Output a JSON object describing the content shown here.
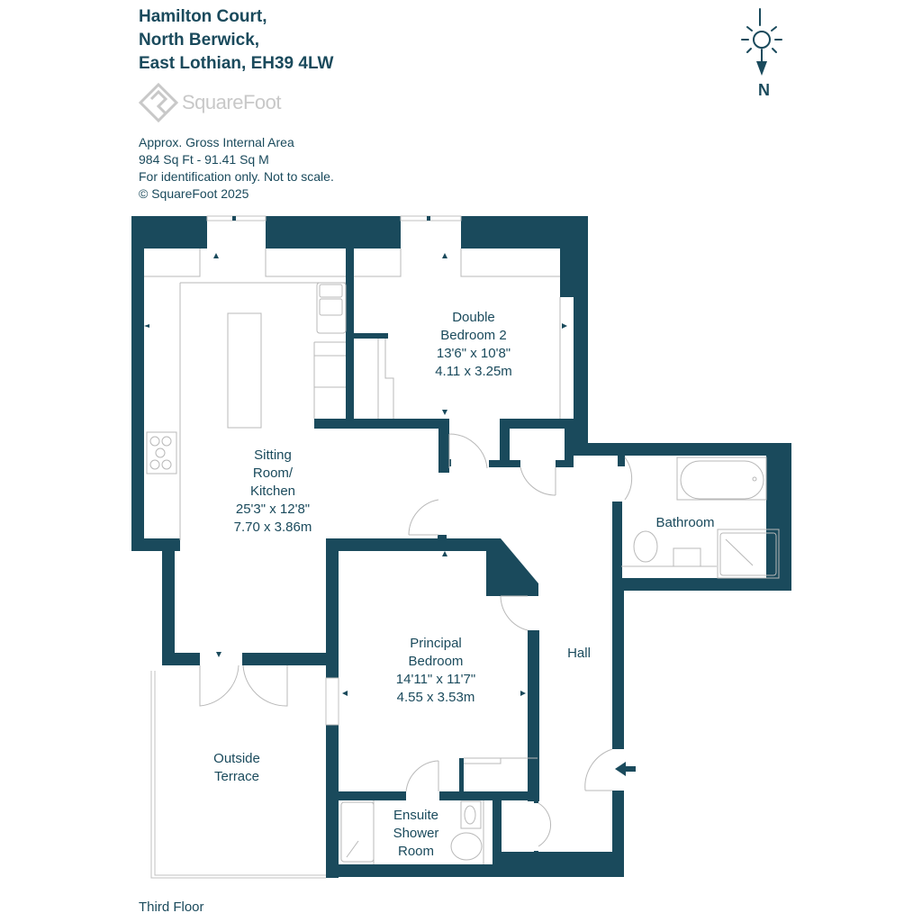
{
  "header": {
    "address_lines": [
      "Hamilton Court,",
      "North Berwick,",
      "East Lothian, EH39 4LW"
    ],
    "logo_text": "SquareFoot"
  },
  "info": {
    "area_label": "Approx. Gross Internal Area",
    "area_value": "984 Sq Ft  -  91.41 Sq M",
    "disclaimer": "For identification only. Not to scale.",
    "copyright": "© SquareFoot 2025"
  },
  "compass": {
    "icon": "sun-compass-icon",
    "direction_label": "N"
  },
  "rooms": {
    "sitting_kitchen": {
      "name_lines": [
        "Sitting",
        "Room/",
        "Kitchen"
      ],
      "imperial": "25'3\" x 12'8\"",
      "metric": "7.70 x 3.86m"
    },
    "double_bedroom_2": {
      "name_lines": [
        "Double",
        "Bedroom 2"
      ],
      "imperial": "13'6\" x 10'8\"",
      "metric": "4.11 x 3.25m"
    },
    "bathroom": {
      "name": "Bathroom"
    },
    "principal_bedroom": {
      "name_lines": [
        "Principal",
        "Bedroom"
      ],
      "imperial": "14'11\" x 11'7\"",
      "metric": "4.55 x 3.53m"
    },
    "hall": {
      "name": "Hall"
    },
    "outside_terrace": {
      "name_lines": [
        "Outside",
        "Terrace"
      ]
    },
    "ensuite": {
      "name_lines": [
        "Ensuite",
        "Shower",
        "Room"
      ]
    }
  },
  "footer": {
    "floor_label": "Third Floor"
  },
  "colors": {
    "wall": "#1a4a5c",
    "text": "#1a4a5c",
    "fixture_line": "#b0b0b0",
    "logo": "#c8c8c8"
  }
}
